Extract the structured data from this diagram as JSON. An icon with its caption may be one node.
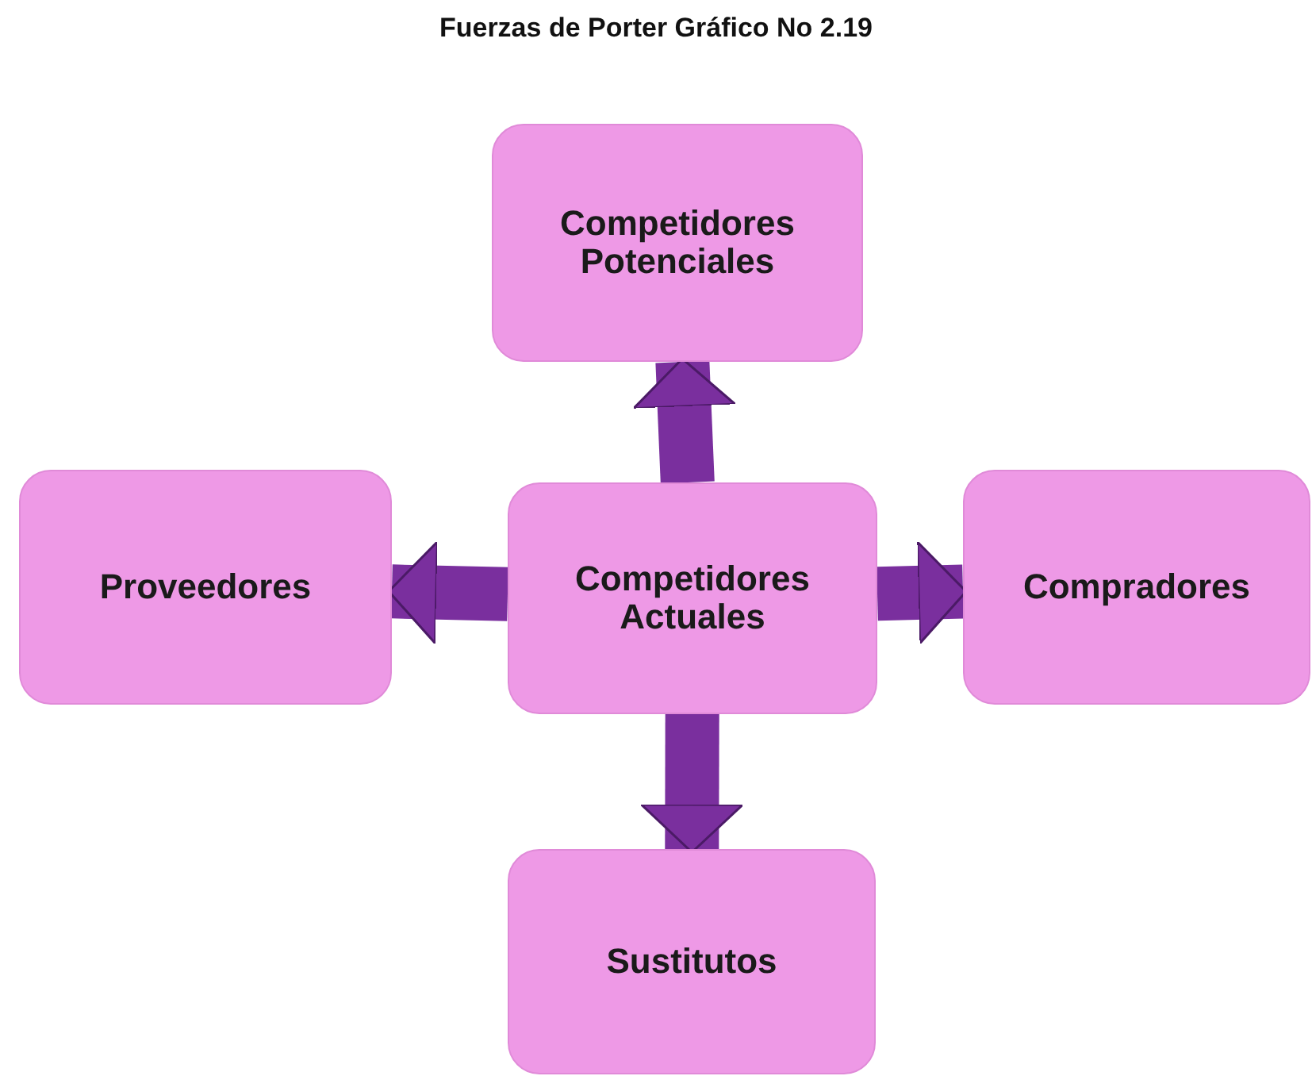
{
  "diagram": {
    "title": "Fuerzas de Porter Gráfico No 2.19",
    "nodes": [
      {
        "text": [
          "Competidores Potenciales"
        ]
      },
      {
        "text": [
          "Proveedores"
        ]
      },
      {
        "text": [
          "Competidores Actuales"
        ]
      },
      {
        "text": [
          "Compradores"
        ]
      },
      {
        "text": [
          "Sustitutos"
        ]
      }
    ],
    "edges": [
      {
        "from": 2,
        "to": 0,
        "arrow": "to"
      },
      {
        "from": 2,
        "to": 1,
        "arrow": "to"
      },
      {
        "from": 2,
        "to": 3,
        "arrow": "to"
      },
      {
        "from": 2,
        "to": 4,
        "arrow": "to"
      }
    ]
  }
}
